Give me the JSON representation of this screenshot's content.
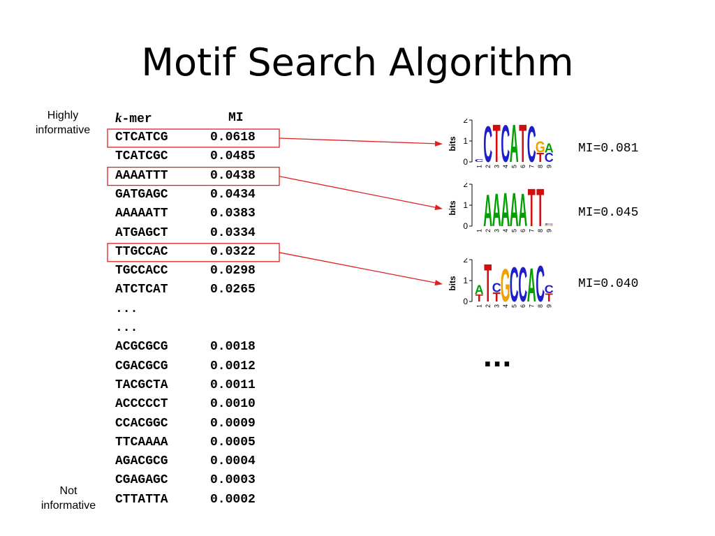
{
  "slide": {
    "title": "Motif Search Algorithm",
    "top_label_line1": "Highly",
    "top_label_line2": "informative",
    "bottom_label_line1": "Not",
    "bottom_label_line2": "informative",
    "ellipsis": "..."
  },
  "table": {
    "col_kmer_k": "k",
    "col_kmer_rest": "-mer",
    "col_mi": "MI",
    "rows": [
      {
        "kmer": "CTCATCG",
        "mi": "0.0618",
        "highlight": true
      },
      {
        "kmer": "TCATCGC",
        "mi": "0.0485",
        "highlight": false
      },
      {
        "kmer": "AAAATTT",
        "mi": "0.0438",
        "highlight": true
      },
      {
        "kmer": "GATGAGC",
        "mi": "0.0434",
        "highlight": false
      },
      {
        "kmer": "AAAAATT",
        "mi": "0.0383",
        "highlight": false
      },
      {
        "kmer": "ATGAGCT",
        "mi": "0.0334",
        "highlight": false
      },
      {
        "kmer": "TTGCCAC",
        "mi": "0.0322",
        "highlight": true
      },
      {
        "kmer": "TGCCACC",
        "mi": "0.0298",
        "highlight": false
      },
      {
        "kmer": "ATCTCAT",
        "mi": "0.0265",
        "highlight": false
      },
      {
        "kmer": "...",
        "mi": "",
        "highlight": false
      },
      {
        "kmer": "...",
        "mi": "",
        "highlight": false
      },
      {
        "kmer": "ACGCGCG",
        "mi": "0.0018",
        "highlight": false
      },
      {
        "kmer": "CGACGCG",
        "mi": "0.0012",
        "highlight": false
      },
      {
        "kmer": "TACGCTA",
        "mi": "0.0011",
        "highlight": false
      },
      {
        "kmer": "ACCCCCT",
        "mi": "0.0010",
        "highlight": false
      },
      {
        "kmer": "CCACGGC",
        "mi": "0.0009",
        "highlight": false
      },
      {
        "kmer": "TTCAAAA",
        "mi": "0.0005",
        "highlight": false
      },
      {
        "kmer": "AGACGCG",
        "mi": "0.0004",
        "highlight": false
      },
      {
        "kmer": "CGAGAGC",
        "mi": "0.0003",
        "highlight": false
      },
      {
        "kmer": "CTTATTA",
        "mi": "0.0002",
        "highlight": false
      }
    ]
  },
  "logos": [
    {
      "mi_label": "MI=0.081",
      "axis_label": "bits",
      "ticks": [
        "2",
        "1",
        "0"
      ],
      "positions": [
        "1",
        "2",
        "3",
        "4",
        "5",
        "6",
        "7",
        "8",
        "9"
      ],
      "letters": [
        [
          {
            "b": "C",
            "h": 0.12
          }
        ],
        [
          {
            "b": "C",
            "h": 1.75
          }
        ],
        [
          {
            "b": "T",
            "h": 1.85
          }
        ],
        [
          {
            "b": "C",
            "h": 1.8
          }
        ],
        [
          {
            "b": "A",
            "h": 1.85
          }
        ],
        [
          {
            "b": "T",
            "h": 1.85
          }
        ],
        [
          {
            "b": "C",
            "h": 1.75
          }
        ],
        [
          {
            "b": "T",
            "h": 0.45
          },
          {
            "b": "G",
            "h": 0.55
          }
        ],
        [
          {
            "b": "C",
            "h": 0.45
          },
          {
            "b": "A",
            "h": 0.45
          }
        ]
      ]
    },
    {
      "mi_label": "MI=0.045",
      "axis_label": "bits",
      "ticks": [
        "2",
        "1",
        "0"
      ],
      "positions": [
        "1",
        "2",
        "3",
        "4",
        "5",
        "6",
        "7",
        "8",
        "9"
      ],
      "letters": [
        [],
        [
          {
            "b": "A",
            "h": 1.55
          }
        ],
        [
          {
            "b": "A",
            "h": 1.6
          }
        ],
        [
          {
            "b": "A",
            "h": 1.65
          }
        ],
        [
          {
            "b": "A",
            "h": 1.65
          }
        ],
        [
          {
            "b": "A",
            "h": 1.6
          }
        ],
        [
          {
            "b": "T",
            "h": 1.85
          }
        ],
        [
          {
            "b": "T",
            "h": 1.85
          }
        ],
        [
          {
            "b": "G",
            "h": 0.06
          },
          {
            "b": "C",
            "h": 0.06
          }
        ]
      ]
    },
    {
      "mi_label": "MI=0.040",
      "axis_label": "bits",
      "ticks": [
        "2",
        "1",
        "0"
      ],
      "positions": [
        "1",
        "2",
        "3",
        "4",
        "5",
        "6",
        "7",
        "8",
        "9"
      ],
      "letters": [
        [
          {
            "b": "T",
            "h": 0.35
          },
          {
            "b": "A",
            "h": 0.45
          }
        ],
        [
          {
            "b": "T",
            "h": 1.85
          }
        ],
        [
          {
            "b": "T",
            "h": 0.45
          },
          {
            "b": "C",
            "h": 0.45
          }
        ],
        [
          {
            "b": "G",
            "h": 1.6
          }
        ],
        [
          {
            "b": "C",
            "h": 1.7
          }
        ],
        [
          {
            "b": "C",
            "h": 1.7
          }
        ],
        [
          {
            "b": "A",
            "h": 1.65
          }
        ],
        [
          {
            "b": "C",
            "h": 1.75
          }
        ],
        [
          {
            "b": "T",
            "h": 0.4
          },
          {
            "b": "C",
            "h": 0.4
          }
        ]
      ]
    }
  ],
  "colors": {
    "A": "#00a000",
    "C": "#1f1fc8",
    "G": "#f0a000",
    "T": "#d01010",
    "highlight_box": "#e02020",
    "arrow": "#e02020"
  }
}
